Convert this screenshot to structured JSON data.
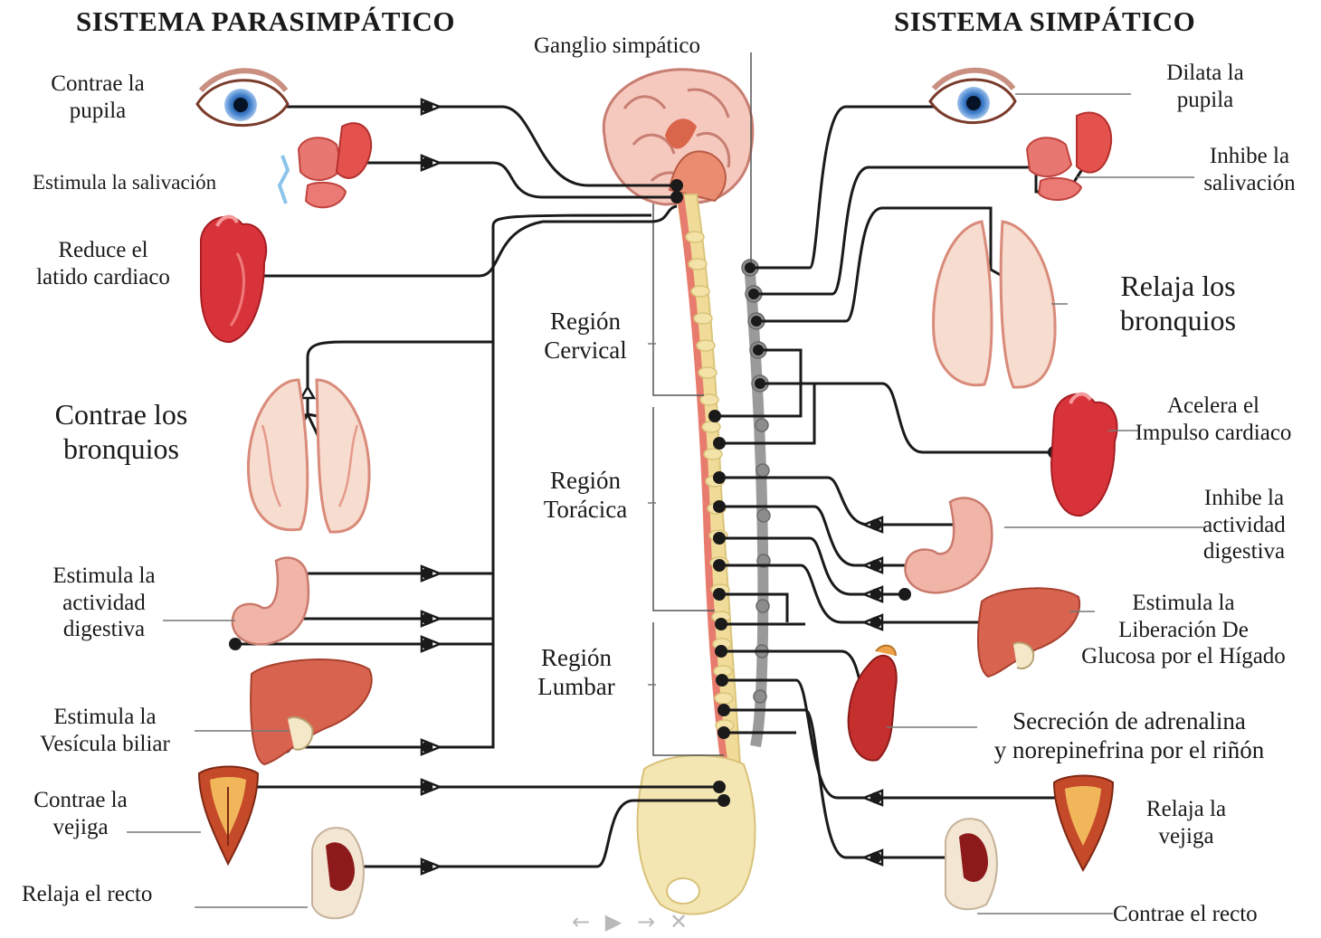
{
  "titles": {
    "left": "SISTEMA PARASIMPÁTICO",
    "right": "SISTEMA SIMPÁTICO"
  },
  "center": {
    "ganglion": "Ganglio simpático",
    "cervical": [
      "Región",
      "Cervical"
    ],
    "thoracic": [
      "Región",
      "Torácica"
    ],
    "lumbar": [
      "Región",
      "Lumbar"
    ]
  },
  "parasympathetic": {
    "pupil": [
      "Contrae la",
      "pupila"
    ],
    "saliva": "Estimula la salivación",
    "heart": [
      "Reduce el",
      "latido cardiaco"
    ],
    "bronchi": [
      "Contrae los",
      "bronquios"
    ],
    "digestive": [
      "Estimula la",
      "actividad",
      "digestiva"
    ],
    "gallbladder": [
      "Estimula la",
      "Vesícula biliar"
    ],
    "bladder": [
      "Contrae la",
      "vejiga"
    ],
    "rectum": "Relaja el recto"
  },
  "sympathetic": {
    "pupil": [
      "Dilata la",
      "pupila"
    ],
    "saliva": [
      "Inhibe la",
      "salivación"
    ],
    "bronchi": [
      "Relaja los",
      "bronquios"
    ],
    "heart": [
      "Acelera el",
      "Impulso cardiaco"
    ],
    "digestive": [
      "Inhibe la",
      "actividad",
      "digestiva"
    ],
    "liver": [
      "Estimula la",
      "Liberación De",
      "Glucosa por el Hígado"
    ],
    "adrenal": [
      "Secreción de adrenalina",
      "y norepinefrina por el riñón"
    ],
    "bladder": [
      "Relaja la",
      "vejiga"
    ],
    "rectum": "Contrae el recto"
  },
  "colors": {
    "nerve": "#1a1a1a",
    "organ_red": "#d8333a",
    "organ_pink": "#f2b8b0",
    "spine": "#f0dc98",
    "ganglion_chain": "#9a9a9a"
  },
  "viewer_controls": [
    "arrow-left-icon",
    "play-icon",
    "arrow-right-icon",
    "close-icon"
  ]
}
